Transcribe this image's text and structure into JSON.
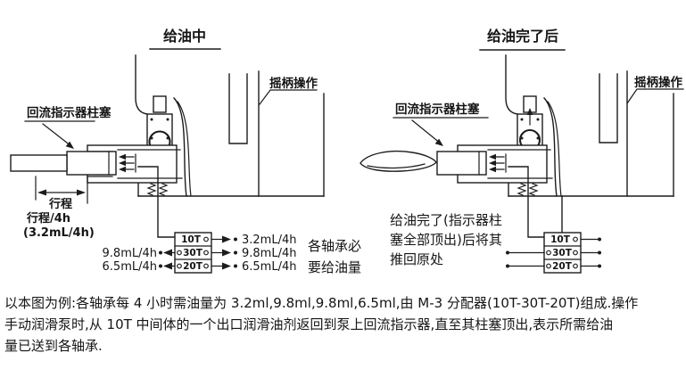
{
  "titles": {
    "left": "给油中",
    "right": "给油完了后"
  },
  "left": {
    "crank_label": "摇柄操作",
    "plunger_label": "回流指示器柱塞",
    "stroke": {
      "label": "行程",
      "per4h": "行程/4h",
      "volume": "(3.2mL/4h)"
    },
    "distributor": {
      "rows": [
        "10T",
        "30T",
        "20T"
      ]
    },
    "outputs_right": [
      "3.2mL/4h",
      "9.8mL/4h",
      "6.5mL/4h"
    ],
    "outputs_left": [
      "9.8mL/4h",
      "6.5mL/4h"
    ],
    "bearing_note": [
      "各轴承必",
      "要给油量"
    ]
  },
  "right": {
    "crank_label": "摇柄操作",
    "plunger_label": "回流指示器柱塞",
    "note": [
      "给油完了(指示器柱",
      "塞全部顶出)后将其",
      "推回原处"
    ],
    "distributor": {
      "rows": [
        "10T",
        "30T",
        "20T"
      ]
    }
  },
  "caption": [
    "以本图为例:各轴承每 4 小时需油量为 3.2ml,9.8ml,9.8ml,6.5ml,由 M-3 分配器(10T-30T-20T)组成.操作",
    "手动润滑泵时,从 10T 中间体的一个出口润滑油剂返回到泵上回流指示器,直至其柱塞顶出,表示所需给油",
    "量已送到各轴承."
  ],
  "colors": {
    "line": "#1c1c1c",
    "background": "#ffffff"
  }
}
